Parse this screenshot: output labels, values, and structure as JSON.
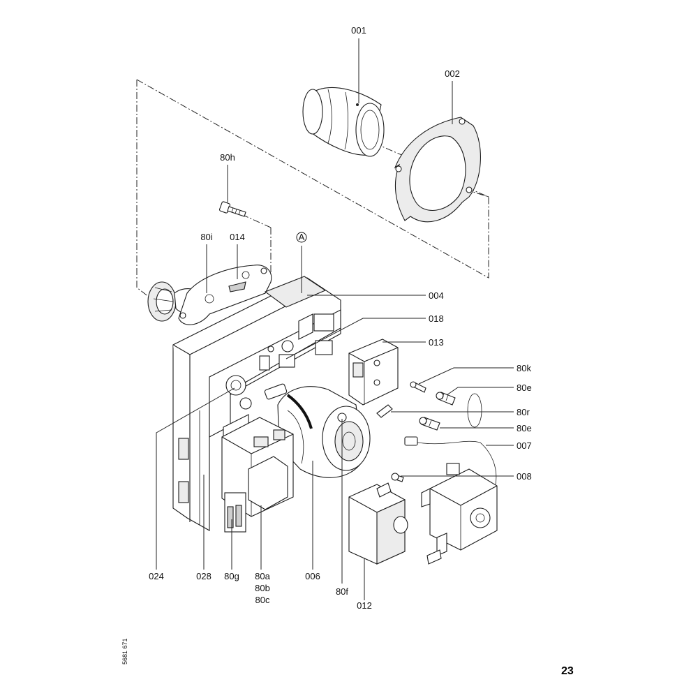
{
  "diagram": {
    "page_number": "23",
    "document_number": "5681 671",
    "marker": "A",
    "labels": {
      "p001": "001",
      "p002": "002",
      "p80h": "80h",
      "p80i": "80i",
      "p014": "014",
      "p004": "004",
      "p018": "018",
      "p013": "013",
      "p80k": "80k",
      "p80e_1": "80e",
      "p80r": "80r",
      "p80e_2": "80e",
      "p007": "007",
      "p008": "008",
      "p024": "024",
      "p028": "028",
      "p80g": "80g",
      "p80a": "80a",
      "p80b": "80b",
      "p80c": "80c",
      "p006": "006",
      "p80f": "80f",
      "p012": "012"
    }
  }
}
